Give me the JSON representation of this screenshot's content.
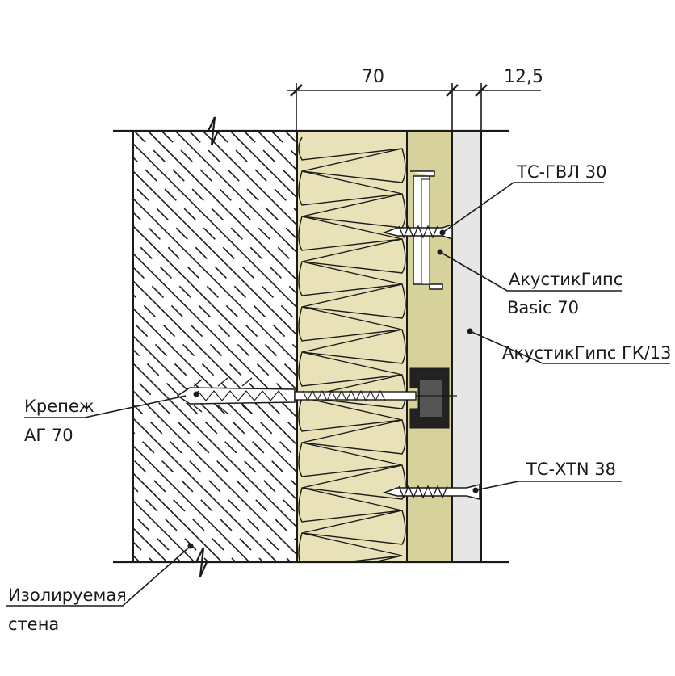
{
  "dimensions": {
    "d1": "70",
    "d2": "12,5"
  },
  "labels": {
    "tc_gvl": "ТС-ГВЛ 30",
    "akustik_basic_1": "АкустикГипс",
    "akustik_basic_2": "Basic 70",
    "akustik_gkl": "АкустикГипс ГК/13",
    "krepezh_1": "Крепеж",
    "krepezh_2": "АГ 70",
    "tc_xtn": "ТС-XTN 38",
    "wall_1": "Изолируемая",
    "wall_2": "стена"
  },
  "colors": {
    "wool": "#e9e2b8",
    "panel": "#d7d29b",
    "board": "#e6e6e6",
    "line": "#1a1a1a"
  }
}
